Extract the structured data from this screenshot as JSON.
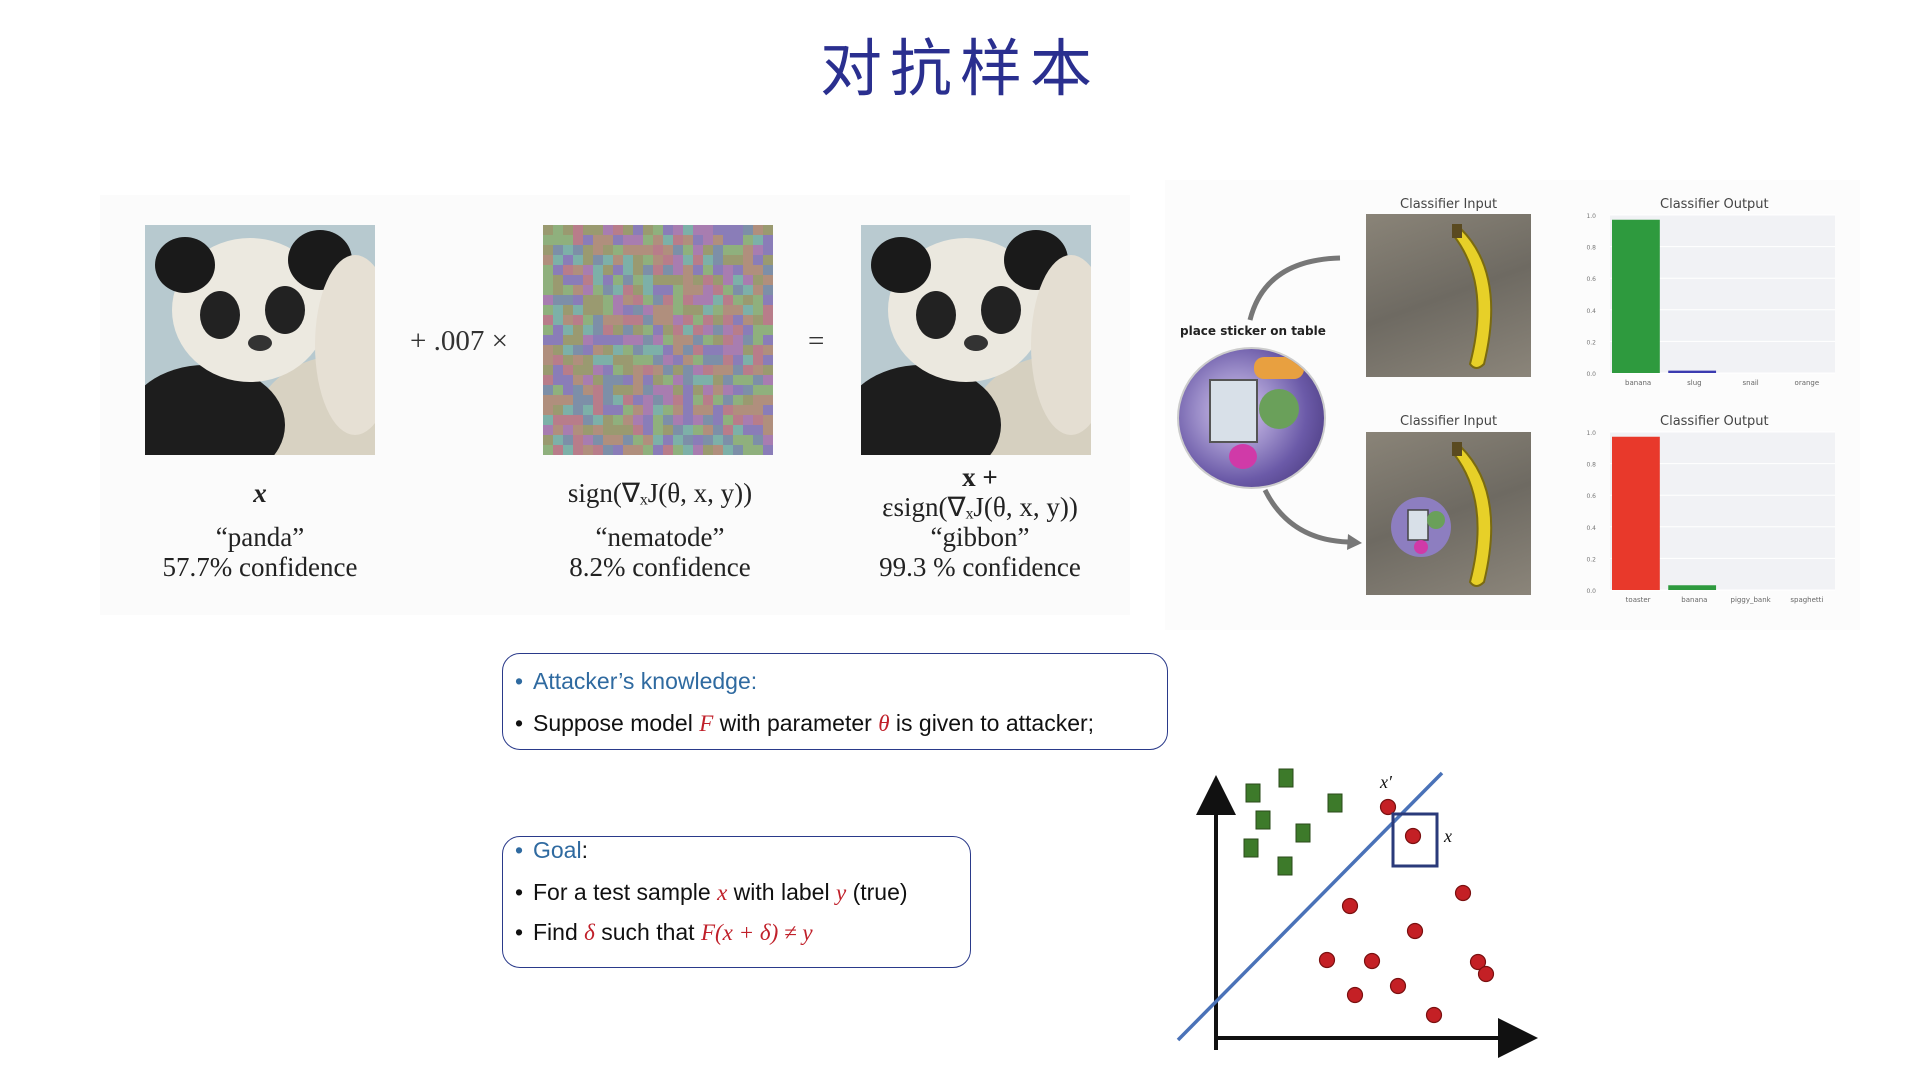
{
  "title": "对抗样本",
  "panda_figure": {
    "plus_op": "+ .007 ×",
    "equals_op": "=",
    "columns": [
      {
        "math_lines": [
          "x"
        ],
        "label": "“panda”",
        "confidence": "57.7% confidence"
      },
      {
        "math_lines": [
          "sign(∇ₓJ(θ, x, y))"
        ],
        "label": "“nematode”",
        "confidence": "8.2% confidence"
      },
      {
        "math_lines": [
          "x +",
          "εsign(∇ₓJ(θ, x, y))"
        ],
        "label": "“gibbon”",
        "confidence": "99.3 % confidence"
      }
    ]
  },
  "sticker_figure": {
    "sticker_label": "place sticker on table",
    "rows": [
      {
        "input_title": "Classifier Input",
        "output_title": "Classifier Output",
        "bar_color": "#2e9a3e",
        "chart_data": {
          "type": "bar",
          "categories": [
            "banana",
            "slug",
            "snail",
            "orange"
          ],
          "values": [
            0.97,
            0.015,
            0.0,
            0.0
          ],
          "ylim": [
            0,
            1.0
          ],
          "ytick_labels": [
            "0.0",
            "0.2",
            "0.4",
            "0.6",
            "0.8",
            "1.0"
          ]
        }
      },
      {
        "input_title": "Classifier Input",
        "output_title": "Classifier Output",
        "bar_color": "#e8392b",
        "chart_data": {
          "type": "bar",
          "categories": [
            "toaster",
            "banana",
            "piggy_bank",
            "spaghetti"
          ],
          "values": [
            0.97,
            0.03,
            0.0,
            0.0
          ],
          "ylim": [
            0,
            1.0
          ],
          "ytick_labels": [
            "0.0",
            "0.2",
            "0.4",
            "0.6",
            "0.8",
            "1.0"
          ]
        }
      }
    ]
  },
  "knowledge_box": {
    "heading": "Attacker’s knowledge:",
    "line_parts": [
      "Suppose model ",
      "F",
      " with parameter ",
      "θ",
      " is given to attacker;"
    ]
  },
  "goal_box": {
    "heading": "Goal",
    "heading_suffix": ":",
    "line1_parts": [
      "For a test sample ",
      "x",
      " with label ",
      "y",
      " (true)"
    ],
    "line2_parts": [
      "Find ",
      "δ",
      " such that ",
      "F(x + δ) ≠ y"
    ]
  },
  "scatter_figure": {
    "label_x_prime": "x′",
    "label_x": "x",
    "square_color": "#3d7a2a",
    "circle_color": "#c42025",
    "line_color": "#4a72b8"
  }
}
